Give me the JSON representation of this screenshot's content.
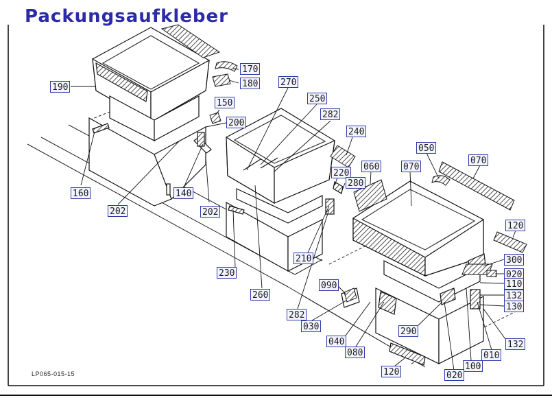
{
  "title": "Packungsaufkleber",
  "drawing_code": "LP065-015-15",
  "callouts": [
    {
      "id": "c190",
      "text": "190"
    },
    {
      "id": "c170",
      "text": "170"
    },
    {
      "id": "c180",
      "text": "180"
    },
    {
      "id": "c150",
      "text": "150"
    },
    {
      "id": "c200",
      "text": "200"
    },
    {
      "id": "c160",
      "text": "160"
    },
    {
      "id": "c202a",
      "text": "202"
    },
    {
      "id": "c140",
      "text": "140"
    },
    {
      "id": "c202b",
      "text": "202"
    },
    {
      "id": "c270",
      "text": "270"
    },
    {
      "id": "c250",
      "text": "250"
    },
    {
      "id": "c282a",
      "text": "282"
    },
    {
      "id": "c240",
      "text": "240"
    },
    {
      "id": "c220",
      "text": "220"
    },
    {
      "id": "c280",
      "text": "280"
    },
    {
      "id": "c060",
      "text": "060"
    },
    {
      "id": "c230",
      "text": "230"
    },
    {
      "id": "c210",
      "text": "210"
    },
    {
      "id": "c260",
      "text": "260"
    },
    {
      "id": "c282b",
      "text": "282"
    },
    {
      "id": "c030",
      "text": "030"
    },
    {
      "id": "c090",
      "text": "090"
    },
    {
      "id": "c040",
      "text": "040"
    },
    {
      "id": "c080",
      "text": "080"
    },
    {
      "id": "c050",
      "text": "050"
    },
    {
      "id": "c070a",
      "text": "070"
    },
    {
      "id": "c070b",
      "text": "070"
    },
    {
      "id": "c120a",
      "text": "120"
    },
    {
      "id": "c300",
      "text": "300"
    },
    {
      "id": "c020a",
      "text": "020"
    },
    {
      "id": "c110",
      "text": "110"
    },
    {
      "id": "c132a",
      "text": "132"
    },
    {
      "id": "c130",
      "text": "130"
    },
    {
      "id": "c132b",
      "text": "132"
    },
    {
      "id": "c290",
      "text": "290"
    },
    {
      "id": "c010",
      "text": "010"
    },
    {
      "id": "c100",
      "text": "100"
    },
    {
      "id": "c020b",
      "text": "020"
    },
    {
      "id": "c120b",
      "text": "120"
    }
  ]
}
